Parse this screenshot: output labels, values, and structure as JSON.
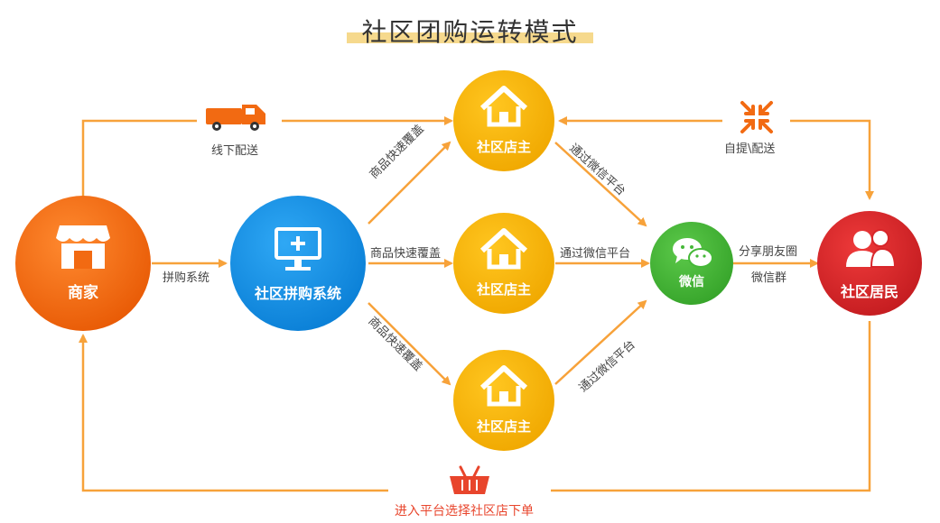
{
  "title": "社区团购运转模式",
  "nodes": {
    "merchant": "商家",
    "system": "社区拼购系统",
    "store": "社区店主",
    "wechat": "微信",
    "residents": "社区居民"
  },
  "labels": {
    "offline_delivery": "线下配送",
    "pickup_delivery": "自提\\配送",
    "group_system": "拼购系统",
    "goods_coverage": "商品快速覆盖",
    "via_wechat": "通过微信平台",
    "share_moments": "分享朋友圈",
    "wechat_group": "微信群",
    "enter_platform": "进入平台选择社区店下单"
  },
  "colors": {
    "orange_node": "#f26a12",
    "blue_node": "#1893e6",
    "yellow_node": "#f7b500",
    "green_node": "#45b838",
    "red_node": "#d8262a",
    "line": "#f7a23a"
  }
}
